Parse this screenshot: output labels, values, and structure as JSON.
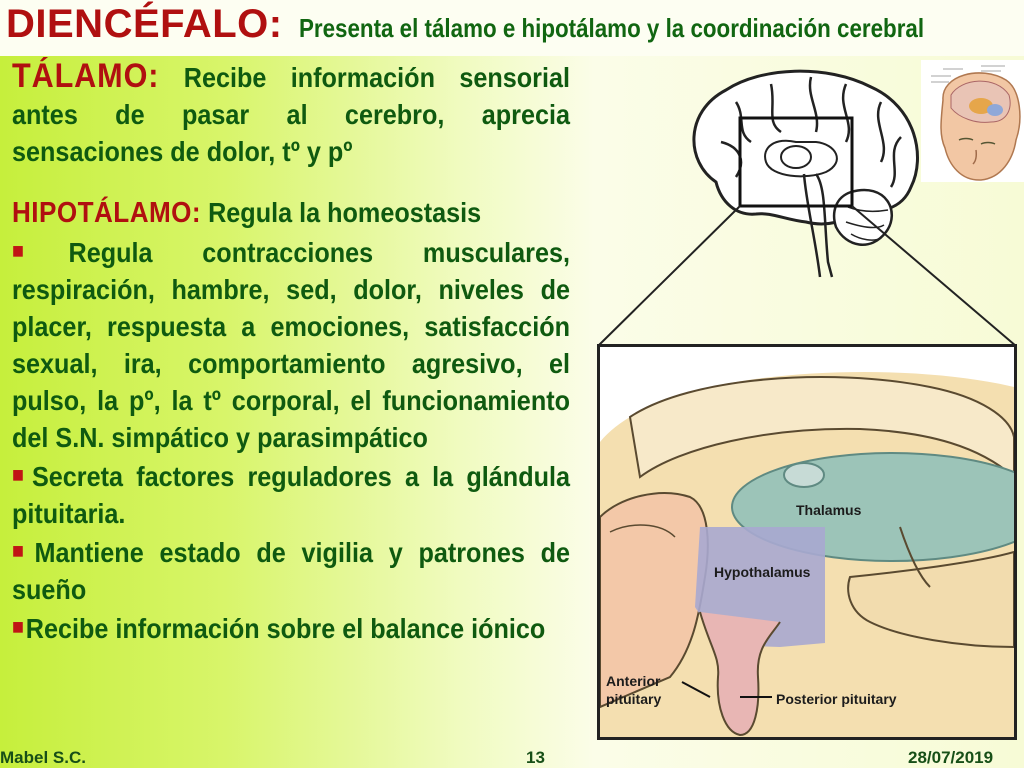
{
  "title": {
    "main": "DIENCÉFALO:",
    "sub": "Presenta el tálamo e hipotálamo y la coordinación cerebral"
  },
  "talamo": {
    "heading": "TÁLAMO:",
    "text": "Recibe información sensorial antes de pasar al cerebro, aprecia sensaciones de dolor, tº y pº"
  },
  "hipotalamo": {
    "heading": "HIPOTÁLAMO:",
    "intro": "Regula la homeostasis",
    "bullets": [
      "Regula contracciones musculares, respiración, hambre, sed, dolor, niveles de placer, respuesta a emociones, satisfacción sexual, ira, comportamiento agresivo, el pulso, la pº, la tº corporal, el funcionamiento del S.N. simpático y parasimpático",
      "Secreta factores reguladores a la glándula pituitaria.",
      "Mantiene estado de vigilia y patrones de sueño",
      "Recibe información sobre el balance iónico"
    ]
  },
  "figure": {
    "labels": {
      "thalamus": "Thalamus",
      "hypothalamus": "Hypothalamus",
      "anterior_pituitary": "Anterior pituitary",
      "anterior_pituitary_line1": "Anterior",
      "anterior_pituitary_line2": "pituitary",
      "posterior_pituitary": "Posterior pituitary"
    }
  },
  "footer": {
    "author": "Mabel S.C.",
    "page": "13",
    "date": "28/07/2019"
  },
  "colors": {
    "title_red": "#b01010",
    "text_green": "#0f5a10",
    "thalamus_fill": "#9cc4b8",
    "hypothalamus_fill": "#a8a8d0"
  }
}
